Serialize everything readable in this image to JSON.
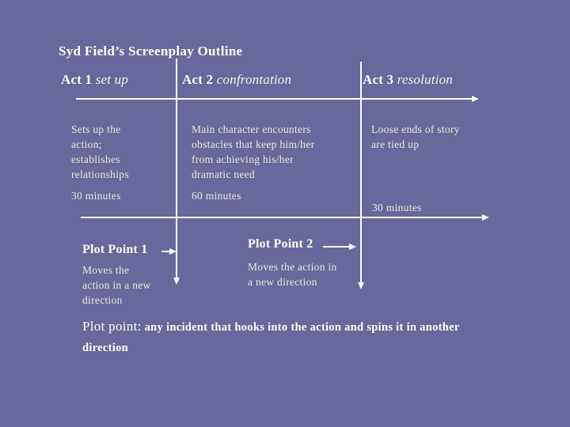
{
  "colors": {
    "background": "#68689C",
    "line_and_arrow": "#FFFFFF",
    "heading_text": "#FFFEF2",
    "body_text": "#EAE9DC"
  },
  "slide": {
    "title": "Syd Field’s Screenplay Outline",
    "acts": [
      {
        "name": "Act 1",
        "subtitle": "set up",
        "description": "Sets up the\naction;\nestablishes\nrelationships",
        "duration": "30 minutes"
      },
      {
        "name": "Act 2",
        "subtitle": "confrontation",
        "description": "Main character encounters\nobstacles that keep him/her\nfrom achieving his/her\ndramatic need",
        "duration": "60 minutes"
      },
      {
        "name": "Act 3",
        "subtitle": "resolution",
        "description": "Loose ends of story\nare tied up",
        "duration": "30 minutes"
      }
    ],
    "plot_points": [
      {
        "name": "Plot Point 1",
        "description": "Moves the\naction in a new\ndirection"
      },
      {
        "name": "Plot Point 2",
        "description": "Moves the action in\na new direction"
      }
    ],
    "footer": {
      "term": "Plot point:",
      "definition": "any incident that hooks into the action and spins it in another\ndirection"
    }
  }
}
